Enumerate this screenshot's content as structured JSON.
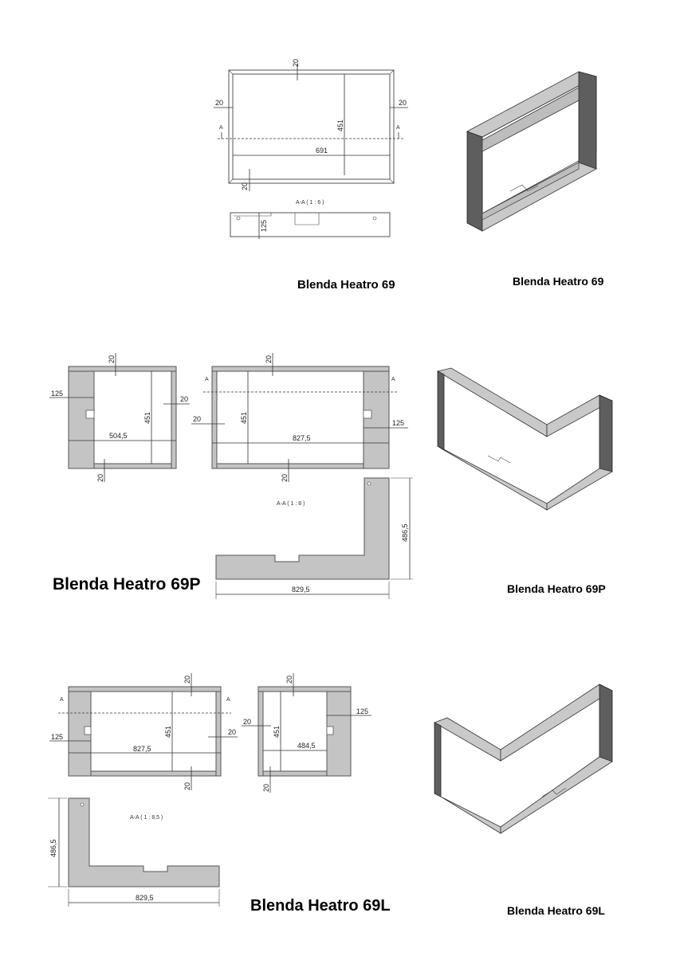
{
  "sections": [
    {
      "id": "heatro-69",
      "title_drawing": "Blenda Heatro 69",
      "title_iso": "Blenda Heatro 69",
      "dims": {
        "top": "20",
        "left": "20",
        "right": "20",
        "height": "451",
        "width": "691",
        "bottom": "20",
        "section_label": "A-A ( 1 : 6 )",
        "section_height": "125",
        "section_mark": "A"
      }
    },
    {
      "id": "heatro-69p",
      "title_drawing": "Blenda Heatro 69P",
      "title_iso": "Blenda Heatro 69P",
      "dims": {
        "small_top": "20",
        "small_left": "125",
        "small_right": "20",
        "small_height": "451",
        "small_width": "504,5",
        "small_bottom": "20",
        "big_top": "20",
        "big_left": "20",
        "big_right": "125",
        "big_height": "451",
        "big_width": "827,5",
        "big_bottom": "20",
        "section_label": "A-A ( 1 : 8 )",
        "section_height": "486,5",
        "section_width": "829,5",
        "section_mark": "A"
      }
    },
    {
      "id": "heatro-69l",
      "title_drawing": "Blenda Heatro 69L",
      "title_iso": "Blenda Heatro 69L",
      "dims": {
        "big_top": "20",
        "big_left": "125",
        "big_right": "20",
        "big_height": "451",
        "big_width": "827,5",
        "big_bottom": "20",
        "small_top": "20",
        "small_left": "20",
        "small_right": "125",
        "small_height": "451",
        "small_width": "484,5",
        "small_bottom": "20",
        "section_label": "A-A ( 1 : 8,5 )",
        "section_height": "486,5",
        "section_width": "829,5",
        "section_mark": "A"
      }
    }
  ]
}
